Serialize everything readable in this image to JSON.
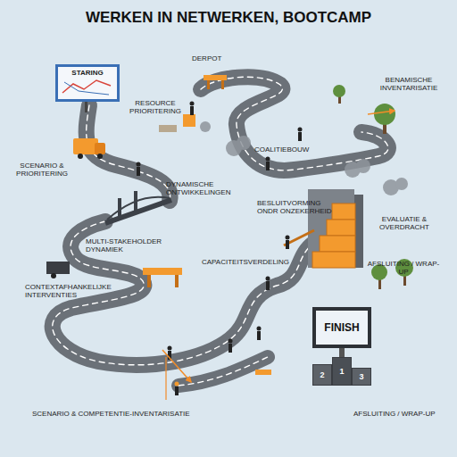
{
  "diagram": {
    "title": "WERKEN IN NETWERKEN, BOOTCAMP",
    "nodes": [
      {
        "text": [
          "STARING"
        ]
      },
      {
        "text": [
          "FINISH"
        ]
      },
      {
        "text": [
          "2"
        ]
      },
      {
        "text": [
          "1"
        ]
      },
      {
        "text": [
          "3"
        ]
      }
    ],
    "labels": [
      "DERPOT",
      "BENAMISCHE INVENTARISATIE",
      "RESOURCE PRIORITERING",
      "COALITIEBOUW",
      "SCENARIO & PRIORITERING",
      "DYNAMISCHE ONTWIKKELINGEN",
      "BESLUITVORMING ONDR ONZEKERHEID",
      "EVALUATIE & OVERDRACHT",
      "MULTI-STAKEHOLDER DYNAMIEK",
      "CAPACITEITSVERDELING",
      "AFSLUITING / WRAP-UP",
      "CONTEXTAFHANKELIJKE INTERVENTIES",
      "SCENARIO & COMPETENTIE-INVENTARISATIE",
      "AFSLUITING / WRAP-UP"
    ]
  }
}
